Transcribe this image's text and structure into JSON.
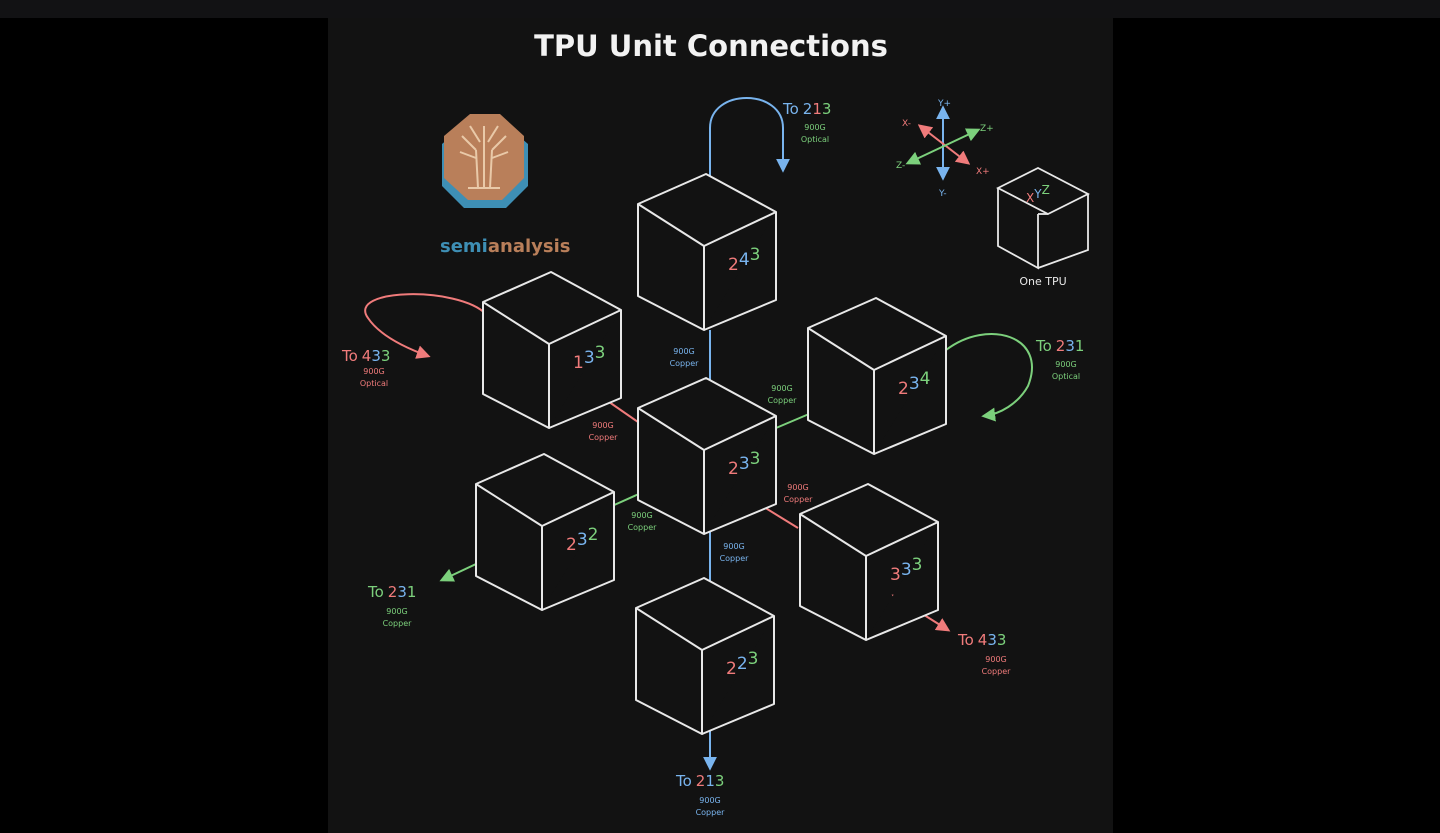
{
  "title": "TPU Unit Connections",
  "logo": {
    "word_part1": "semi",
    "word_part2": "analysis",
    "icon": "semianalysis-tree-octagon-icon"
  },
  "legend": {
    "axes": {
      "y_plus": "Y+",
      "y_minus": "Y-",
      "x_plus": "X+",
      "x_minus": "X-",
      "z_plus": "Z+",
      "z_minus": "Z-"
    },
    "cube_x": "X",
    "cube_y": "Y",
    "cube_z": "Z",
    "caption": "One TPU"
  },
  "colors": {
    "x": "#f07b7b",
    "y": "#79b4ee",
    "z": "#7cd07c",
    "line": "#e8e8e8",
    "background": "#121212"
  },
  "cubes": [
    {
      "id": "243",
      "x": "2",
      "y": "4",
      "z": "3"
    },
    {
      "id": "133",
      "x": "1",
      "y": "3",
      "z": "3"
    },
    {
      "id": "234",
      "x": "2",
      "y": "3",
      "z": "4"
    },
    {
      "id": "233",
      "x": "2",
      "y": "3",
      "z": "3"
    },
    {
      "id": "232",
      "x": "2",
      "y": "3",
      "z": "2"
    },
    {
      "id": "333",
      "x": "3",
      "y": "3",
      "z": "3"
    },
    {
      "id": "223",
      "x": "2",
      "y": "2",
      "z": "3"
    }
  ],
  "links": {
    "top": {
      "to": "To",
      "n1": "2",
      "n2": "1",
      "n3": "3",
      "speed": "900G",
      "medium": "Optical"
    },
    "left": {
      "to": "To",
      "n1": "4",
      "n2": "3",
      "n3": "3",
      "speed": "900G",
      "medium": "Optical"
    },
    "right": {
      "to": "To",
      "n1": "2",
      "n2": "3",
      "n3": "1",
      "speed": "900G",
      "medium": "Optical"
    },
    "left_lower": {
      "to": "To",
      "n1": "2",
      "n2": "3",
      "n3": "1",
      "speed": "900G",
      "medium": "Copper"
    },
    "right_lower": {
      "to": "To",
      "n1": "4",
      "n2": "3",
      "n3": "3",
      "speed": "900G",
      "medium": "Copper"
    },
    "bottom": {
      "to": "To",
      "n1": "2",
      "n2": "1",
      "n3": "3",
      "speed": "900G",
      "medium": "Copper"
    },
    "inner_243_233": {
      "speed": "900G",
      "medium": "Copper"
    },
    "inner_233_234": {
      "speed": "900G",
      "medium": "Copper"
    },
    "inner_133_233": {
      "speed": "900G",
      "medium": "Copper"
    },
    "inner_232_233": {
      "speed": "900G",
      "medium": "Copper"
    },
    "inner_333_233": {
      "speed": "900G",
      "medium": "Copper"
    },
    "inner_233_223": {
      "speed": "900G",
      "medium": "Copper"
    }
  }
}
